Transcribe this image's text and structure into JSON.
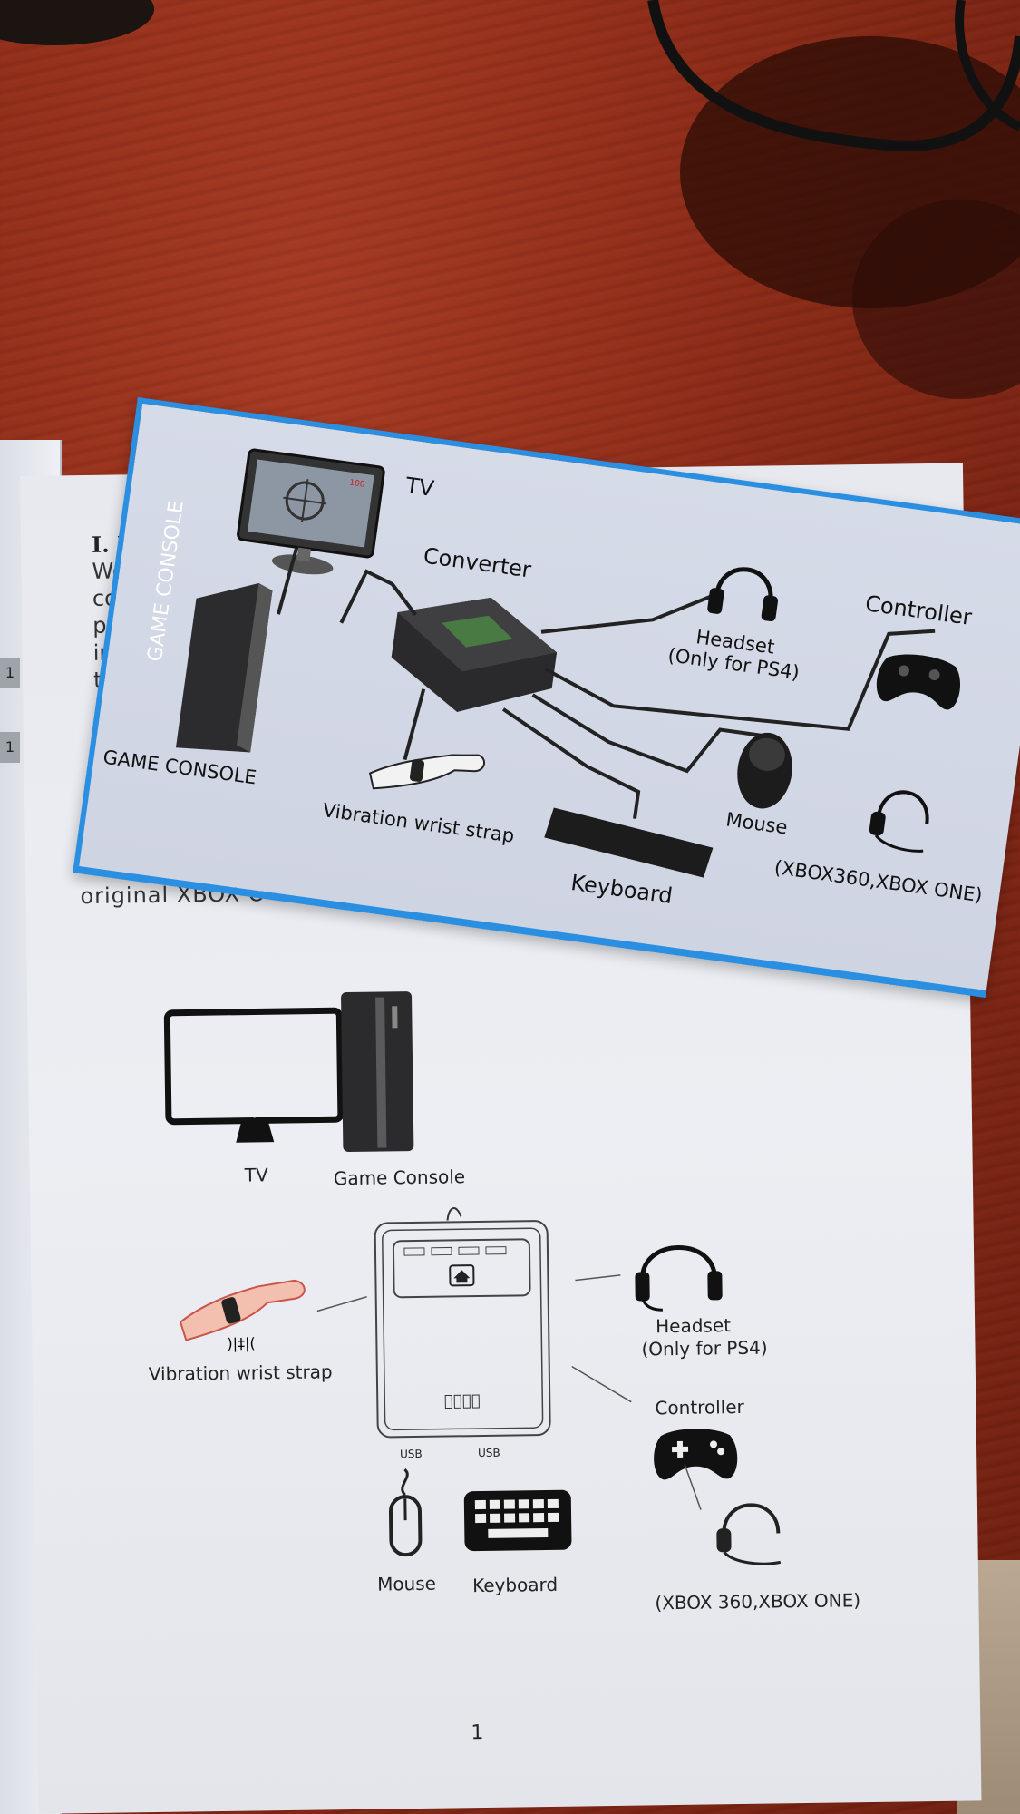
{
  "manual": {
    "section_heading": "I. In",
    "text_fragments": [
      "We",
      "co",
      "pr",
      "in",
      "th"
    ],
    "original_line": "original XBOX O",
    "tv_label": "TV",
    "console_label": "Game Console",
    "wrist_label": "Vibration wrist strap",
    "headset_label": "Headset",
    "headset_note": "(Only for PS4)",
    "controller_label": "Controller",
    "usb_left": "USB",
    "usb_right": "USB",
    "mouse_label": "Mouse",
    "keyboard_label": "Keyboard",
    "xbox_note": "(XBOX 360,XBOX ONE)",
    "page_number": "1",
    "screen_reading": "100"
  },
  "left_page_tabs": [
    "1",
    "1"
  ],
  "card": {
    "tv_label": "TV",
    "converter_label": "Converter",
    "headset_label": "Headset",
    "headset_note": "(Only for PS4)",
    "controller_label": "Controller",
    "console_vertical": "GAME CONSOLE",
    "console_label": "GAME CONSOLE",
    "wrist_label": "Vibration wrist strap",
    "mouse_label": "Mouse",
    "keyboard_label": "Keyboard",
    "xbox_note": "(XBOX360,XBOX ONE)"
  },
  "colors": {
    "card_border": "#2a8fe0",
    "table": "#8a2a17",
    "paper": "#e7e9ef"
  }
}
